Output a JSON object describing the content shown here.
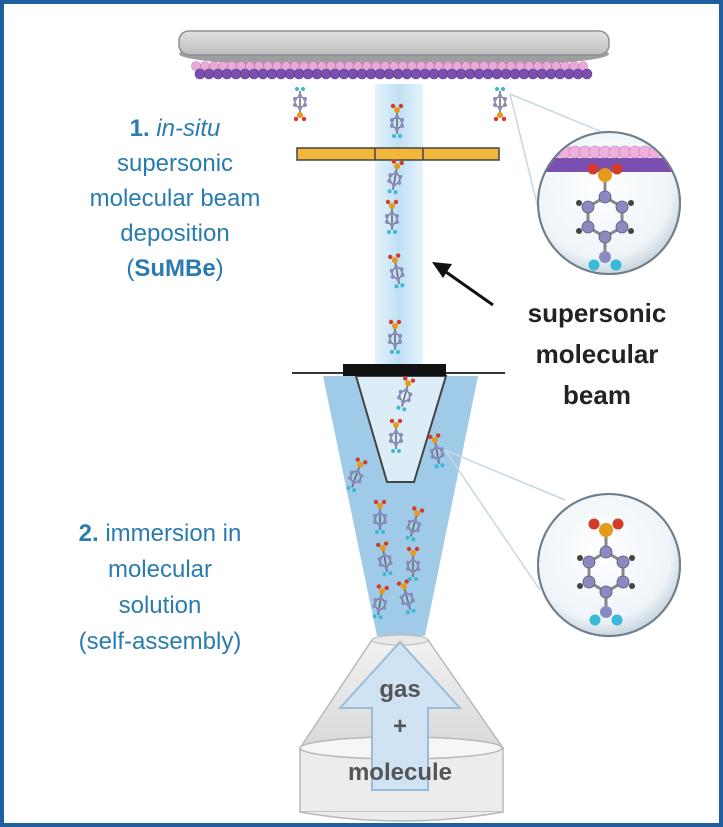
{
  "colors": {
    "frame": "#1f5fa0",
    "label_blue": "#2a7cb0",
    "beam": "#cfe7f6",
    "solution": "#9fcbe8",
    "mask": "#f2b63a",
    "molecule_atom": "#8a8ac0",
    "oxygen": "#d43c2a",
    "phosphorus": "#e69a1a",
    "fluorine": "#3ab8d8"
  },
  "icons": {
    "arrow": "arrow-pointing-to-beam",
    "molecule": "phosphonic-acid-molecule-icon",
    "zoom_circle": "magnified-molecule-circle"
  },
  "step1": {
    "number": "1.",
    "italic": "in-situ",
    "line2": "supersonic",
    "line3": "molecular beam",
    "line4": "deposition",
    "paren_open": "(",
    "abbr": "SuMBe",
    "paren_close": ")"
  },
  "step2": {
    "number": "2.",
    "line1_rest": "immersion in",
    "line2": "molecular",
    "line3": "solution",
    "line4": "(self-assembly)"
  },
  "beam_label": {
    "line1": "supersonic",
    "line2": "molecular",
    "line3": "beam"
  },
  "source_label": {
    "line1": "gas",
    "line2": "+",
    "line3": "molecule"
  }
}
